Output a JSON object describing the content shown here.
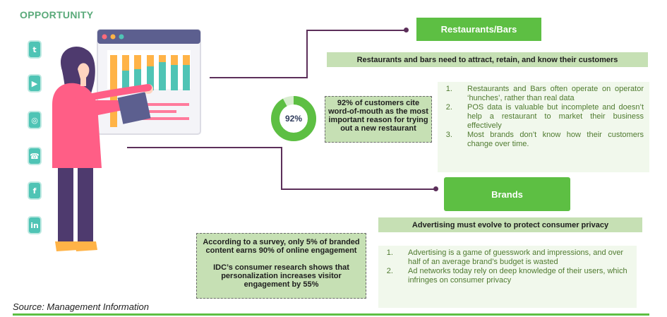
{
  "header": {
    "section_label": "OPPORTUNITY"
  },
  "social_icons": [
    {
      "name": "tumblr-icon",
      "glyph": "t"
    },
    {
      "name": "play-icon",
      "glyph": "▶"
    },
    {
      "name": "instagram-icon",
      "glyph": "◎"
    },
    {
      "name": "chat-icon",
      "glyph": "☎"
    },
    {
      "name": "facebook-icon",
      "glyph": "f"
    },
    {
      "name": "linkedin-icon",
      "glyph": "in"
    }
  ],
  "restaurants": {
    "title": "Restaurants/Bars",
    "subtitle": "Restaurants and bars need to attract, retain, and know their customers",
    "points": [
      "Restaurants and Bars often operate on operator ‘hunches’, rather than real data",
      "POS data is valuable but incomplete and doesn’t help a restaurant to market their business effectively",
      "Most brands don’t know how their customers change over time."
    ]
  },
  "stat": {
    "label": "92%",
    "value": 92,
    "note": "92% of customers cite word-of-mouth as the most important reason for trying out a new restaurant"
  },
  "brands": {
    "title": "Brands",
    "subtitle": "Advertising must evolve to protect consumer privacy",
    "points": [
      "Advertising is a game of guesswork and impressions, and over half of an average brand’s budget is wasted",
      "Ad networks today rely on deep knowledge of their users, which infringes on consumer privacy"
    ]
  },
  "survey": {
    "line1": "According to a survey, only 5% of branded content earns 90% of online engagement",
    "line2": "IDC’s consumer research shows that personalization increases visitor engagement by 55%"
  },
  "footer": {
    "source": "Source: Management Information"
  },
  "colors": {
    "green": "#5dbf43",
    "light_green": "#c6e0b4",
    "list_green": "#4f7a2f",
    "connector": "#5c2f5a",
    "teal": "#4fc4b5"
  }
}
